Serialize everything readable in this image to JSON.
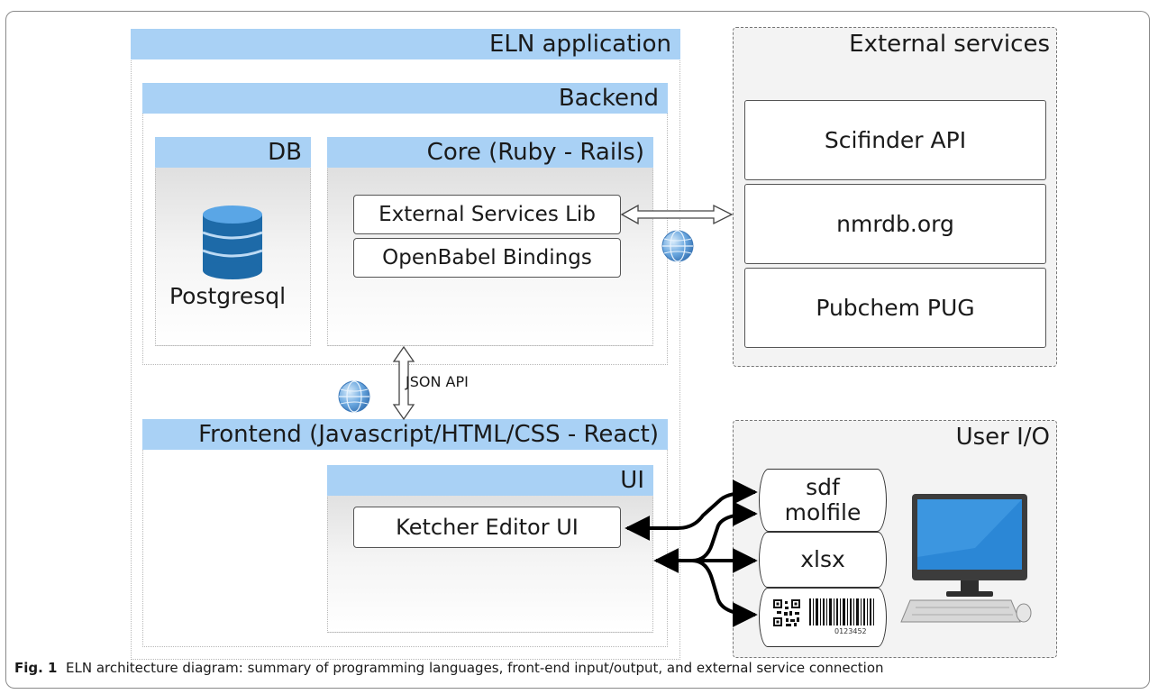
{
  "eln": {
    "title": "ELN application",
    "backend": {
      "title": "Backend",
      "db": {
        "title": "DB",
        "label": "Postgresql"
      },
      "core": {
        "title": "Core (Ruby - Rails)",
        "libs": [
          "External Services Lib",
          "OpenBabel Bindings"
        ]
      }
    },
    "api_label": "JSON API",
    "frontend": {
      "title": "Frontend (Javascript/HTML/CSS - React)",
      "ui": {
        "title": "UI",
        "editor": "Ketcher Editor UI"
      }
    }
  },
  "external": {
    "title": "External services",
    "services": [
      "Scifinder API",
      "nmrdb.org",
      "Pubchem PUG"
    ]
  },
  "userio": {
    "title": "User I/O",
    "files": {
      "sdf": "sdf",
      "molfile": "molfile",
      "xlsx": "xlsx"
    },
    "barcode_number": "0123452"
  },
  "caption": {
    "label": "Fig. 1",
    "text": "ELN architecture diagram: summary of programming languages, front-end input/output, and external service connection"
  },
  "colors": {
    "header": "#a9d1f5",
    "globe": "#6aa7df"
  },
  "icons": [
    "database-icon",
    "globe-icon",
    "computer-icon",
    "qr-code-icon",
    "barcode-icon"
  ]
}
